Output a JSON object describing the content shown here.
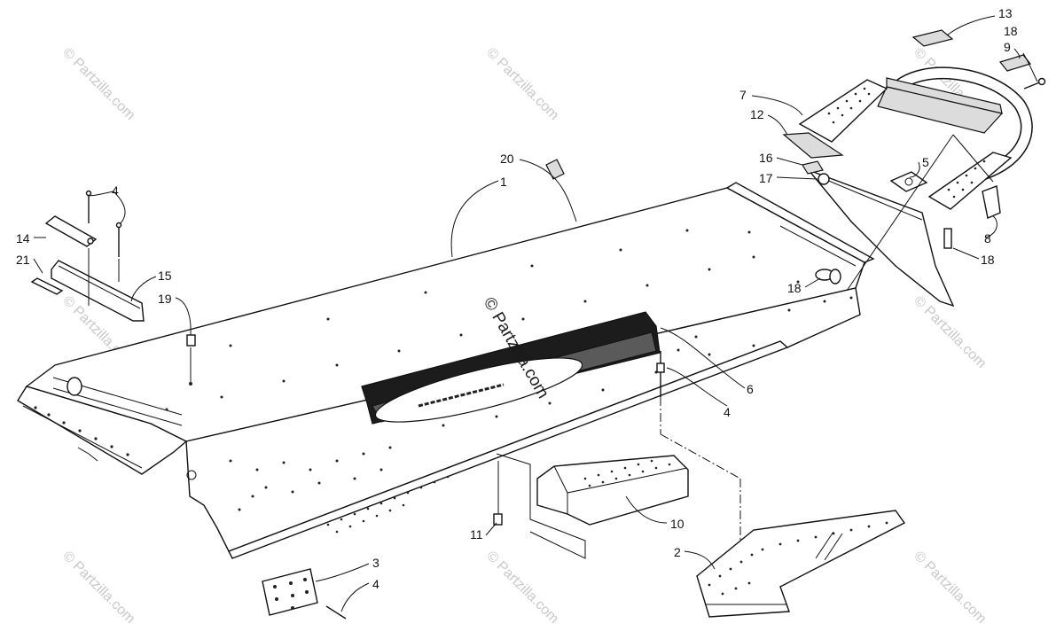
{
  "callouts": [
    "1",
    "2",
    "3",
    "4",
    "4",
    "4",
    "5",
    "6",
    "7",
    "8",
    "9",
    "10",
    "11",
    "12",
    "13",
    "14",
    "15",
    "16",
    "17",
    "18",
    "18",
    "18",
    "19",
    "20",
    "21"
  ],
  "watermark": {
    "text": "© Partzilla.com",
    "center_text": "© Partzilla.com"
  },
  "colors": {
    "line": "#111111",
    "watermark": "#c9c9c9",
    "decal_dark": "#1c1c1c"
  }
}
